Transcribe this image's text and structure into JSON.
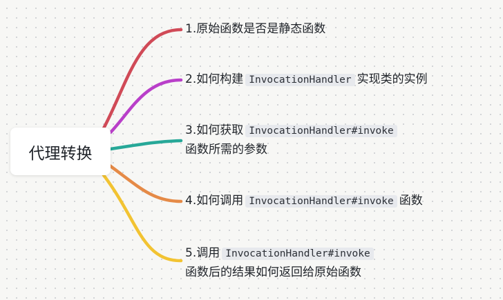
{
  "root": {
    "label": "代理转换"
  },
  "colors": {
    "branch_1": "#d04a57",
    "branch_2": "#b93fc9",
    "branch_3": "#27a898",
    "branch_4": "#e58a47",
    "branch_5": "#f2c332"
  },
  "nodes": [
    {
      "text": "1.原始函数是否是静态函数"
    },
    {
      "prefix": "2.如何构建",
      "code": "InvocationHandler",
      "suffix": "实现类的实例"
    },
    {
      "prefix": "3.如何获取",
      "code": "InvocationHandler#invoke",
      "line2": "函数所需的参数"
    },
    {
      "prefix": "4.如何调用",
      "code": "InvocationHandler#invoke",
      "suffix": "函数"
    },
    {
      "prefix": "5.调用",
      "code": "InvocationHandler#invoke",
      "line2": "函数后的结果如何返回给原始函数"
    }
  ]
}
